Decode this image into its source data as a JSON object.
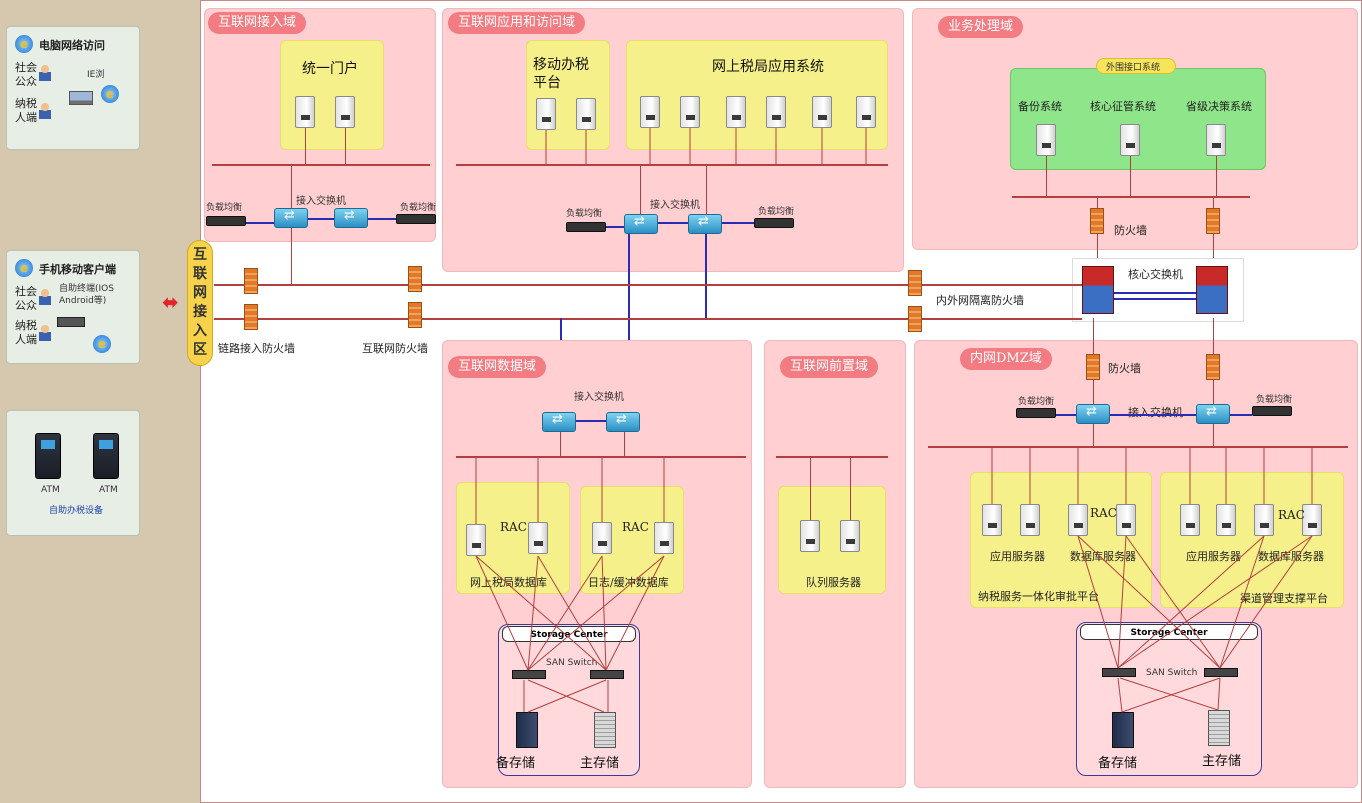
{
  "left": {
    "p1_title": "电脑网络访问",
    "p1_a1": "社会",
    "p1_a2": "公众",
    "p1_mid": "IE浏",
    "p1_b1": "纳税",
    "p1_b2": "人端",
    "p2_title": "手机移动客户端",
    "p2_a1": "社会",
    "p2_a2": "公众",
    "p2_mid1": "自助终端(IOS",
    "p2_mid2": "Android等)",
    "p2_b1": "纳税",
    "p2_b2": "人端",
    "atm1": "ATM",
    "atm2": "ATM",
    "atm_caption": "自助办税设备"
  },
  "access_zone_label": "互联网接入区",
  "zones": {
    "internet_access": {
      "tag": "互联网接入域",
      "portal": "统一门户",
      "lb_left": "负载均衡",
      "switch": "接入交换机",
      "lb_right": "负载均衡"
    },
    "app": {
      "tag": "互联网应用和访问域",
      "mobile": "移动办税平台",
      "online": "网上税局应用系统",
      "lb_left": "负载均衡",
      "switch": "接入交换机",
      "lb_right": "负载均衡"
    },
    "business": {
      "tag": "业务处理域",
      "interface": "外围接口系统",
      "sys1": "备份系统",
      "sys2": "核心征管系统",
      "sys3": "省级决策系统",
      "fw": "防火墙"
    },
    "data": {
      "tag": "互联网数据域",
      "switch": "接入交换机",
      "rac1": "RAC",
      "db1": "网上税局数据库",
      "rac2": "RAC",
      "db2": "日志/缓冲数据库",
      "sc": "Storage Center",
      "san": "SAN Switch",
      "backup": "备存储",
      "primary": "主存储"
    },
    "front": {
      "tag": "互联网前置域",
      "queue": "队列服务器"
    },
    "dmz": {
      "tag": "内网DMZ域",
      "fw": "防火墙",
      "lb_left": "负载均衡",
      "switch": "接入交换机",
      "lb_right": "负载均衡",
      "rac1": "RAC",
      "app1": "应用服务器",
      "db1": "数据库服务器",
      "platform1": "纳税服务一体化审批平台",
      "rac2": "RAC",
      "app2": "应用服务器",
      "db2": "数据库服务器",
      "platform2": "渠道管理支撑平台",
      "sc": "Storage Center",
      "san": "SAN Switch",
      "backup": "备存储",
      "primary": "主存储"
    }
  },
  "links": {
    "fw_link": "链路接入防火墙",
    "fw_internet": "互联网防火墙",
    "fw_inner": "内外网隔离防火墙",
    "core": "核心交换机"
  },
  "colors": {
    "zone_pink": "#ffcfd1",
    "tag_red": "#f27c82",
    "box_yellow": "#f6f08a",
    "box_green": "#8fe58a",
    "line_red": "#b34040",
    "line_blue": "#2b2bb3"
  }
}
